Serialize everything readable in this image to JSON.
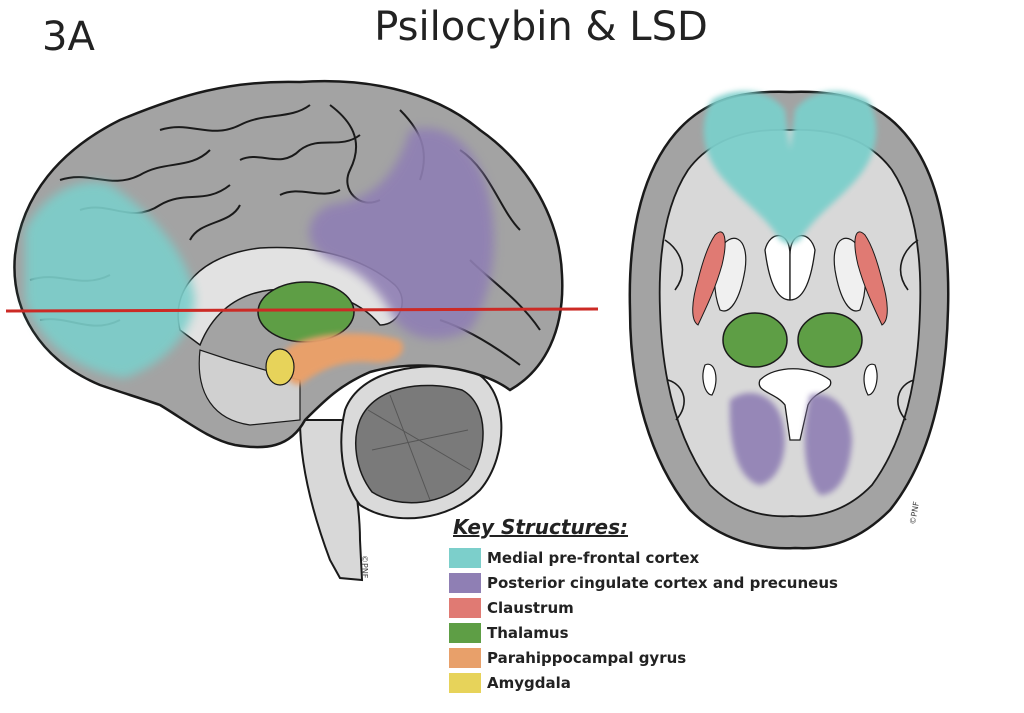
{
  "figure_label": "3A",
  "title": "Psilocybin & LSD",
  "copyright_marks": [
    "©PNF",
    "©PNF"
  ],
  "colors": {
    "cortex": "#a3a3a3",
    "white_matter": "#d8d8d8",
    "outline": "#1a1a1a",
    "section_line": "#cc2a25"
  },
  "legend": {
    "title": "Key Structures:",
    "items": [
      {
        "label": "Medial pre-frontal cortex",
        "color": "#7ccfcb"
      },
      {
        "label": "Posterior cingulate cortex and precuneus",
        "color": "#8f7fb4"
      },
      {
        "label": "Claustrum",
        "color": "#e07a73"
      },
      {
        "label": "Thalamus",
        "color": "#5e9e45"
      },
      {
        "label": "Parahippocampal gyrus",
        "color": "#e8a06a"
      },
      {
        "label": "Amygdala",
        "color": "#e7d35a"
      }
    ]
  }
}
